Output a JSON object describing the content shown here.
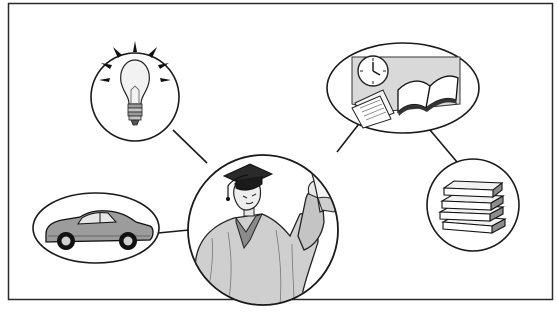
{
  "figure": {
    "center": {
      "label": "graduate",
      "icon": "graduate-with-diploma"
    },
    "satellites": [
      {
        "label": "idea",
        "icon": "light-bulb-icon"
      },
      {
        "label": "study",
        "icon": "clock-papers-book-icon"
      },
      {
        "label": "car",
        "icon": "sports-car-icon"
      },
      {
        "label": "books",
        "icon": "stacked-books-icon"
      }
    ]
  },
  "colors": {
    "line": "#1a1a1a",
    "fill_light": "#e9e9e9",
    "fill_mid": "#bdbdbd",
    "fill_dark": "#6e6e6e"
  }
}
